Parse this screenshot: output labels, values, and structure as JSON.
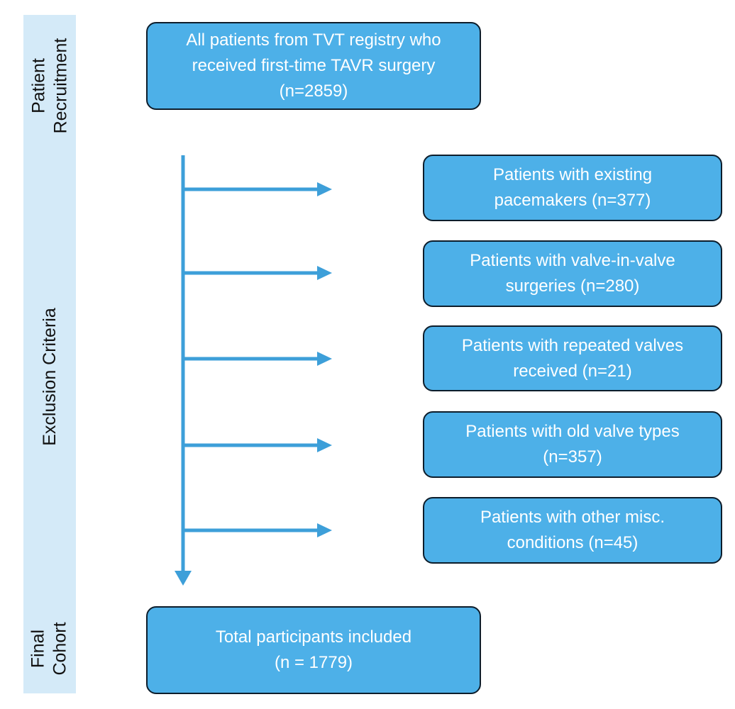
{
  "stages": {
    "recruitment": [
      "Patient",
      "Recruitment"
    ],
    "exclusion": [
      "Exclusion Criteria"
    ],
    "final": [
      "Final",
      "Cohort"
    ]
  },
  "top_box": [
    "All patients from TVT registry who",
    "received first-time TAVR surgery",
    "(n=2859)"
  ],
  "exclusions": [
    [
      "Patients with existing",
      "pacemakers (n=377)"
    ],
    [
      "Patients with valve-in-valve",
      "surgeries (n=280)"
    ],
    [
      "Patients with repeated valves",
      "received (n=21)"
    ],
    [
      "Patients with old valve types",
      "(n=357)"
    ],
    [
      "Patients with other misc.",
      "conditions (n=45)"
    ]
  ],
  "final_box": [
    "Total participants included",
    "(n = 1779)"
  ],
  "colors": {
    "box_fill": "#4db0e8",
    "box_border": "#0d1d2b",
    "stage_band": "#d4eaf8",
    "arrow": "#3d9fd9"
  }
}
